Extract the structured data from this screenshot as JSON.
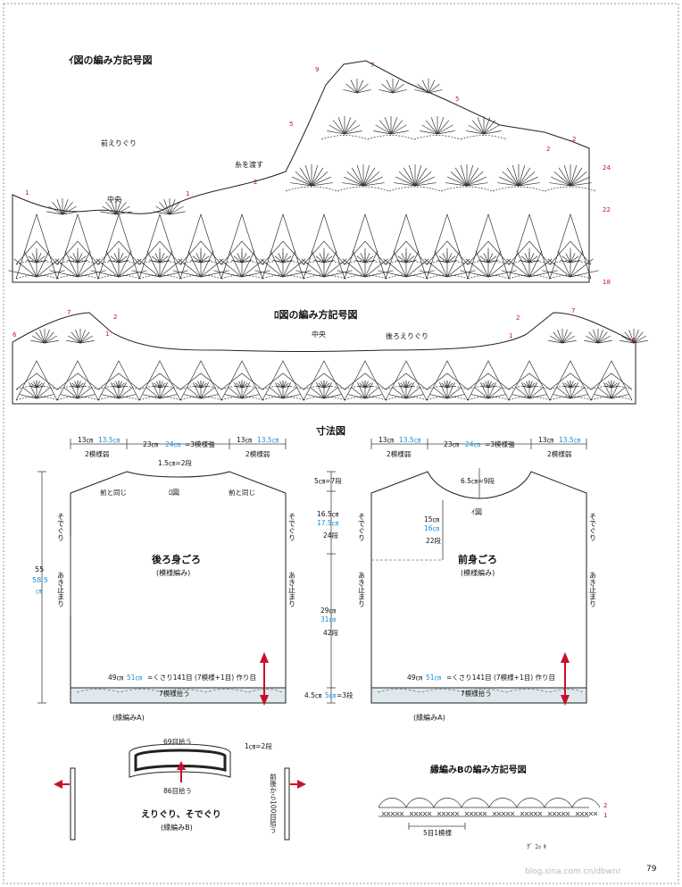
{
  "titles": {
    "chart_i": "ｲ図の編み方記号図",
    "chart_ro": "ﾛ図の編み方記号図",
    "dimensions": "寸法図",
    "edging_b": "縁編みBの編み方記号図"
  },
  "chart_i": {
    "front_neck": "前えりぐり",
    "cut_yarn": "糸を渡す",
    "center": "中央",
    "rows": [
      "9",
      "7",
      "5",
      "5",
      "2",
      "2",
      "2",
      "1",
      "1",
      "24",
      "22",
      "18"
    ]
  },
  "chart_ro": {
    "center": "中央",
    "back_neck": "後ろえりぐり",
    "rows": [
      "7",
      "2",
      "6",
      "1",
      "1",
      "2",
      "7",
      "6"
    ]
  },
  "back": {
    "top_dims": [
      "13㎝",
      "13.5㎝",
      "23㎝",
      "24㎝",
      "=3模様強",
      "13㎝",
      "13.5㎝"
    ],
    "top_sub": [
      "2模様弱",
      "2模様弱"
    ],
    "neck_drop": "1.5㎝=2段",
    "same_as_front": [
      "前と同じ",
      "前と同じ"
    ],
    "ro_label": "ﾛ図",
    "armhole": [
      "そでぐり",
      "そでぐり"
    ],
    "slit": [
      "あき止まり",
      "あき止まり"
    ],
    "title": "後ろ身ごろ",
    "stitch": "(模様編み)",
    "height": [
      "55",
      "58.5",
      "㎝"
    ],
    "bottom_count": [
      "49㎝",
      "51㎝",
      "=くさり141目 (7模様+1目) 作り目"
    ],
    "pickup": "7模様拾う",
    "edging": "(縁編みA)"
  },
  "middle": {
    "dims": [
      "5㎝=7段",
      "16.5㎝",
      "17.5㎝",
      "24段",
      "29㎝",
      "31㎝",
      "42段",
      "4.5㎝",
      "5㎝",
      "=3段"
    ]
  },
  "front": {
    "top_dims": [
      "13㎝",
      "13.5㎝",
      "23㎝",
      "24㎝",
      "=3模様強",
      "13㎝",
      "13.5㎝"
    ],
    "top_sub": [
      "2模様弱",
      "2模様弱"
    ],
    "neck_drop": "6.5㎝=9段",
    "neck_depth": [
      "15㎝",
      "16㎝",
      "22段"
    ],
    "i_label": "ｲ図",
    "armhole": [
      "そでぐり",
      "そでぐり"
    ],
    "slit": [
      "あき止まり",
      "あき止まり"
    ],
    "title": "前身ごろ",
    "stitch": "(模様編み)",
    "bottom_count": [
      "49㎝",
      "51㎝",
      "=くさり141目 (7模様+1目) 作り目"
    ],
    "pickup": "7模様拾う",
    "edging": "(縁編みA)"
  },
  "neck_sleeve": {
    "top_pick": "69目拾う",
    "width": "1㎝=2段",
    "bottom_pick": "86目拾う",
    "side_note": "前後から100目拾う",
    "title": "えりぐり、そでぐり",
    "stitch": "(縁編みB)"
  },
  "edging_b": {
    "repeat": "5目1模様",
    "rows": [
      "2",
      "1"
    ],
    "note": "ｸﾞ ｺｯ ｷ",
    "page_num": "79"
  },
  "watermark": "blog.sina.com.cn/dbwnr",
  "colors": {
    "blue": "#1a8fd6",
    "red": "#c8102e",
    "band": "#dfe8ec"
  }
}
